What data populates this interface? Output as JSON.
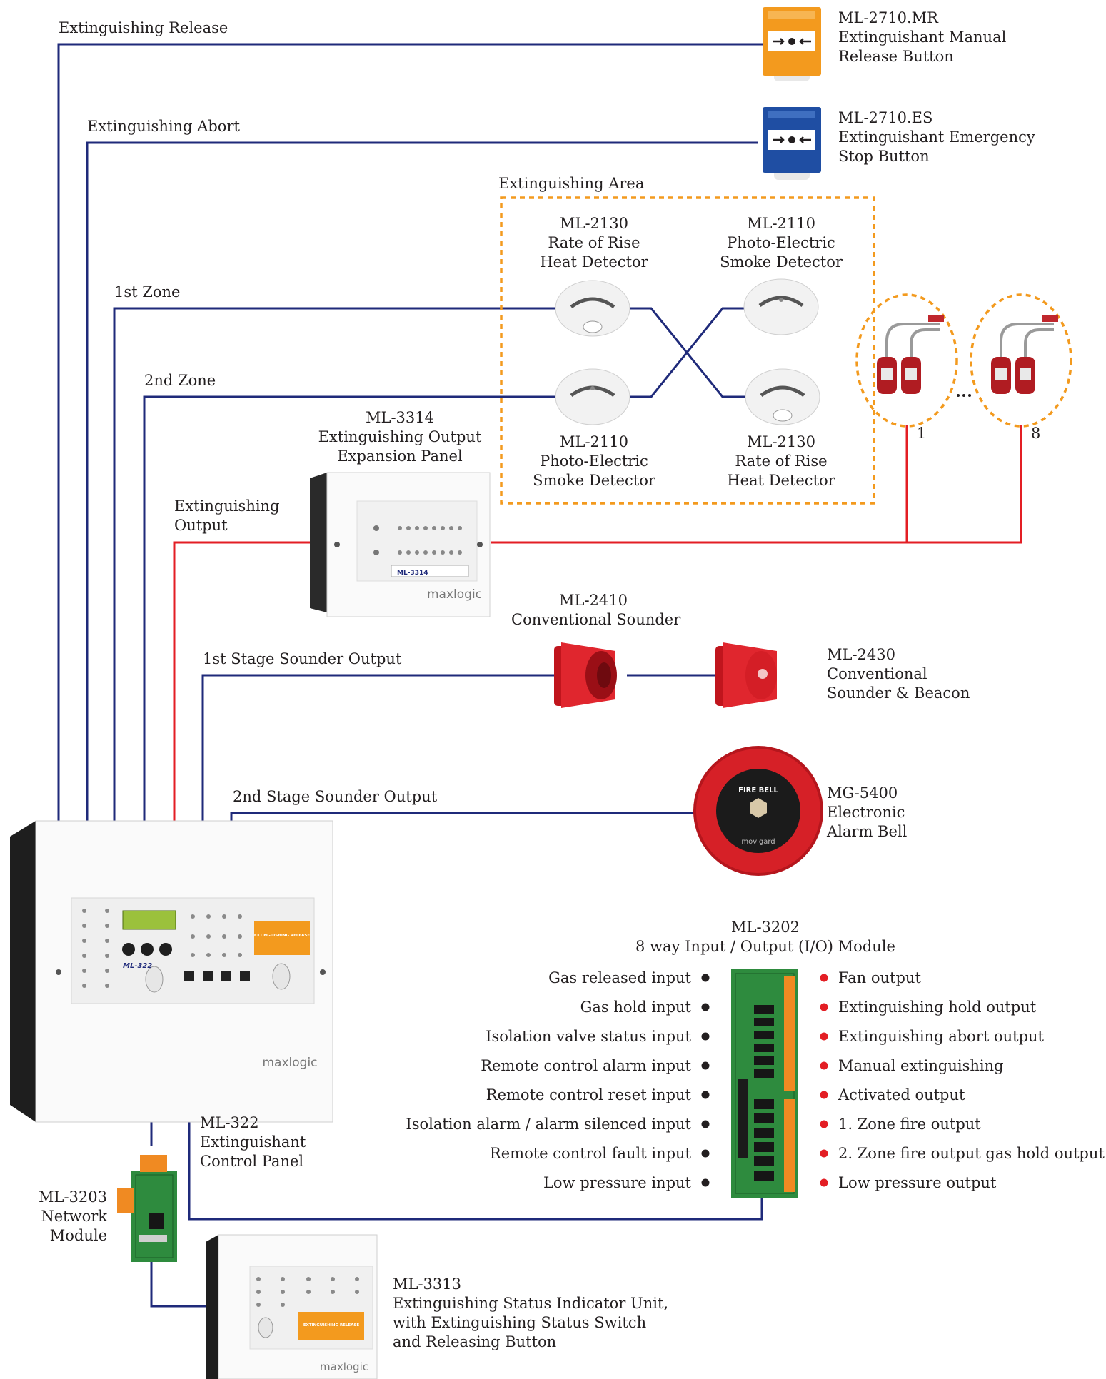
{
  "colors": {
    "signal_wire": "#1f2a7a",
    "output_wire": "#e31e24",
    "area_border": "#f39a1e",
    "manual_release_body": "#f39a1e",
    "emergency_stop_body": "#1f4ea3",
    "device_red": "#d62027",
    "module_green": "#2e8b3e"
  },
  "wires": {
    "extinguishing_release": "Extinguishing Release",
    "extinguishing_abort": "Extinguishing Abort",
    "zone_1": "1st Zone",
    "zone_2": "2nd Zone",
    "extinguishing_output": [
      "Extinguishing",
      "Output"
    ],
    "stage1_sounder": "1st Stage Sounder Output",
    "stage2_sounder": "2nd Stage Sounder Output"
  },
  "devices": {
    "manual_release": {
      "model": "ML-2710.MR",
      "name": [
        "Extinguishant Manual",
        "Release Button"
      ],
      "icon": "manual-release-button-icon"
    },
    "emergency_stop": {
      "model": "ML-2710.ES",
      "name": [
        "Extinguishant Emergency",
        "Stop Button"
      ],
      "icon": "emergency-stop-button-icon"
    },
    "extinguishing_area": {
      "title": "Extinguishing Area"
    },
    "detector_top_left": {
      "model": "ML-2130",
      "name": [
        "Rate of Rise",
        "Heat Detector"
      ],
      "icon": "heat-detector-icon"
    },
    "detector_top_right": {
      "model": "ML-2110",
      "name": [
        "Photo-Electric",
        "Smoke Detector"
      ],
      "icon": "smoke-detector-icon"
    },
    "detector_bottom_left": {
      "model": "ML-2110",
      "name": [
        "Photo-Electric",
        "Smoke Detector"
      ],
      "icon": "smoke-detector-icon"
    },
    "detector_bottom_right": {
      "model": "ML-2130",
      "name": [
        "Rate of Rise",
        "Heat Detector"
      ],
      "icon": "heat-detector-icon"
    },
    "cylinders": {
      "first": "1",
      "last": "8",
      "icon": "gas-cylinder-icon"
    },
    "output_expansion": {
      "model": "ML-3314",
      "name": [
        "Extinguishing Output",
        "Expansion Panel"
      ],
      "brand": "maxlogic",
      "panel_model": "ML-3314",
      "icon": "expansion-panel-icon"
    },
    "sounder": {
      "model": "ML-2410",
      "name": [
        "Conventional Sounder"
      ],
      "icon": "sounder-icon"
    },
    "sounder_beacon": {
      "model": "ML-2430",
      "name": [
        "Conventional",
        "Sounder & Beacon"
      ],
      "icon": "sounder-beacon-icon"
    },
    "alarm_bell": {
      "model": "MG-5400",
      "name": [
        "Electronic",
        "Alarm Bell"
      ],
      "bell_text": "FIRE BELL",
      "brand": "movigard",
      "icon": "alarm-bell-icon"
    },
    "control_panel": {
      "model": "ML-322",
      "name": [
        "Extinguishant",
        "Control Panel"
      ],
      "brand": "maxlogic",
      "panel_model": "ML-322",
      "release_label": "EXTINGUISHING RELEASE",
      "icon": "control-panel-icon"
    },
    "network_module": {
      "model": "ML-3203",
      "name": [
        "Network",
        "Module"
      ],
      "icon": "network-module-icon"
    },
    "status_unit": {
      "model": "ML-3313",
      "name": [
        "Extinguishing Status Indicator Unit,",
        "with Extinguishing Status Switch",
        "and Releasing Button"
      ],
      "brand": "maxlogic",
      "release_label": "EXTINGUISHING RELEASE",
      "icon": "status-indicator-unit-icon"
    }
  },
  "io_module": {
    "model": "ML-3202",
    "name": "8 way Input / Output (I/O) Module",
    "inputs": [
      "Gas released input",
      "Gas hold input",
      "Isolation valve status input",
      "Remote control alarm input",
      "Remote control reset input",
      "Isolation alarm / alarm silenced input",
      "Remote control fault input",
      "Low pressure input"
    ],
    "outputs": [
      "Fan output",
      "Extinguishing hold output",
      "Extinguishing abort output",
      "Manual extinguishing",
      "Activated output",
      "1. Zone fire output",
      "2. Zone fire output gas hold output",
      "Low pressure output"
    ]
  }
}
